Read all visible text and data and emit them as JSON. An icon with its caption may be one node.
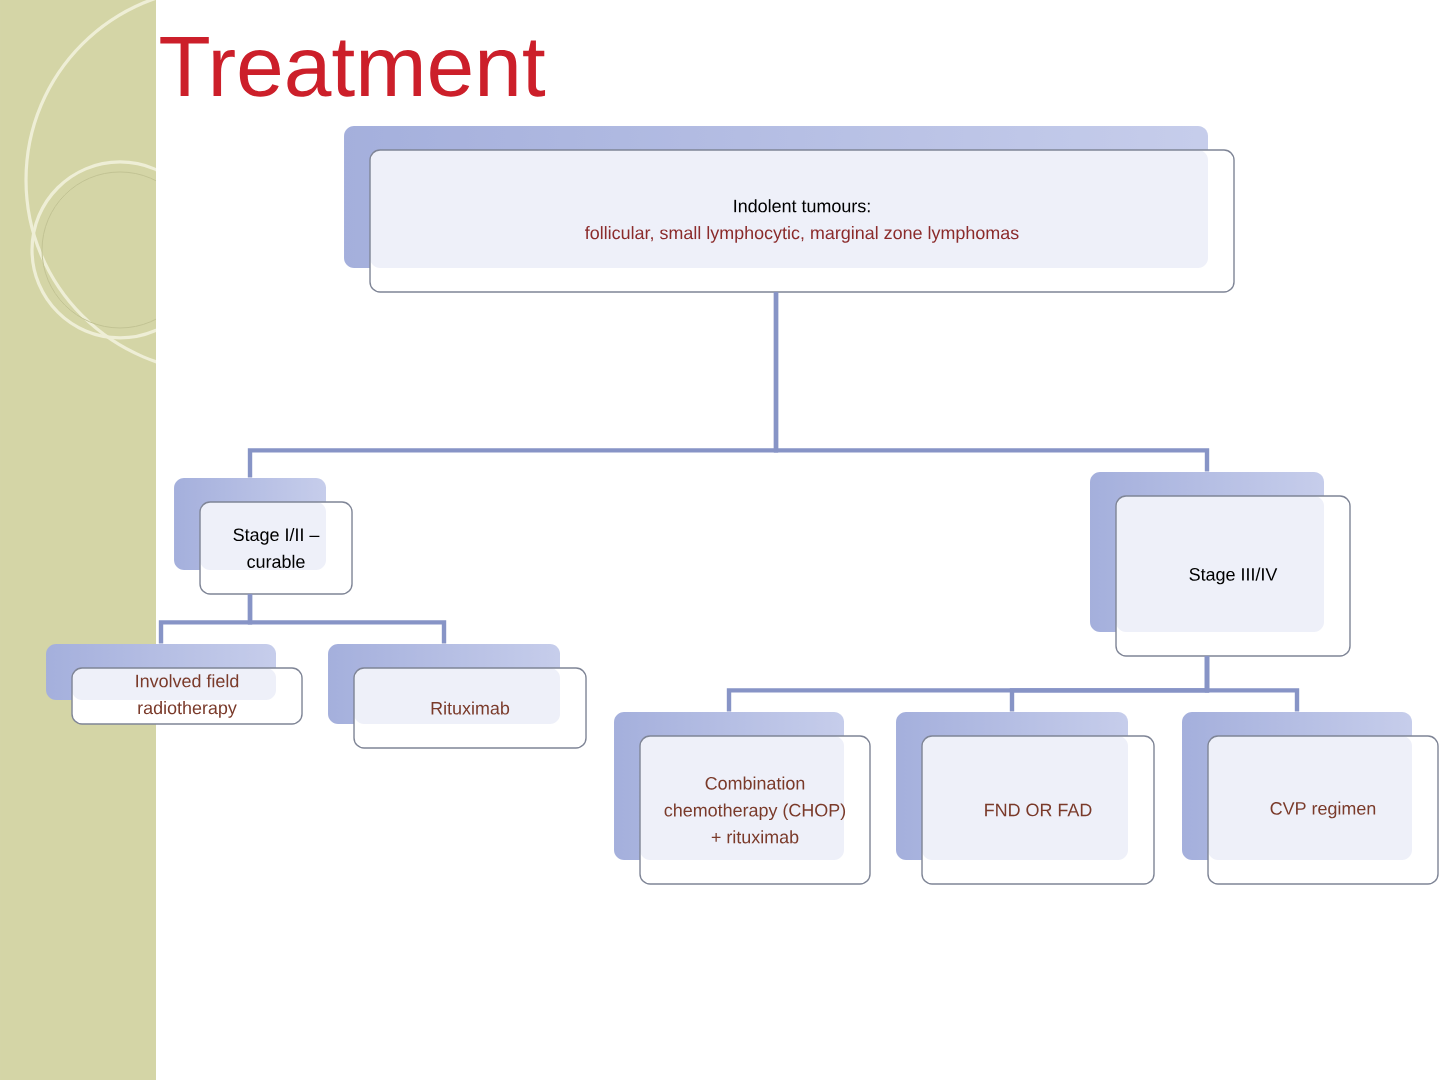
{
  "diagram": {
    "title": "Treatment",
    "nodes": [
      {
        "text": [
          "Indolent tumours:",
          "follicular, small lymphocytic, marginal zone lymphomas"
        ]
      },
      {
        "text": [
          "Stage I/II – curable"
        ]
      },
      {
        "text": [
          "Stage III/IV"
        ]
      },
      {
        "text": [
          "Involved field radiotherapy"
        ]
      },
      {
        "text": [
          "Rituximab"
        ]
      },
      {
        "text": [
          "Combination chemotherapy (CHOP) + rituximab"
        ]
      },
      {
        "text": [
          "FND OR FAD"
        ]
      },
      {
        "text": [
          "CVP regimen"
        ]
      }
    ],
    "edges": [
      {
        "from": 0,
        "to": 1,
        "arrow": "none"
      },
      {
        "from": 0,
        "to": 2,
        "arrow": "none"
      },
      {
        "from": 1,
        "to": 3,
        "arrow": "none"
      },
      {
        "from": 1,
        "to": 4,
        "arrow": "none"
      },
      {
        "from": 2,
        "to": 5,
        "arrow": "none"
      },
      {
        "from": 2,
        "to": 6,
        "arrow": "none"
      },
      {
        "from": 2,
        "to": 7,
        "arrow": "none"
      }
    ]
  }
}
